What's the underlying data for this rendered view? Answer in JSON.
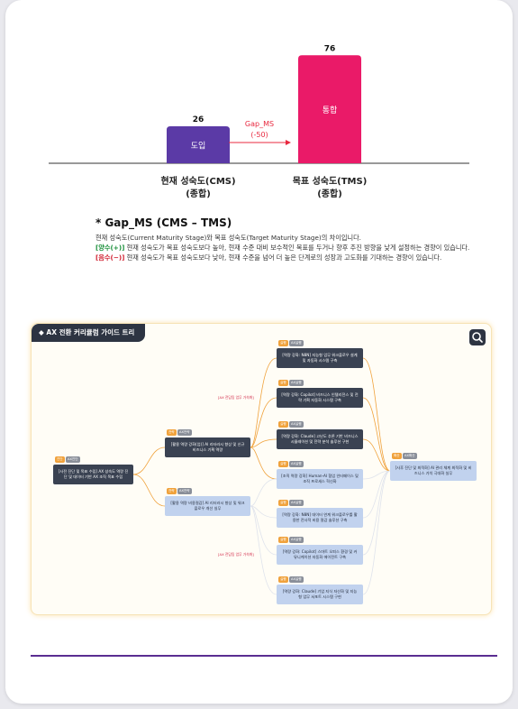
{
  "chart_data": {
    "type": "bar",
    "categories": [
      "현재 성숙도(CMS)\n(종합)",
      "목표 성숙도(TMS)\n(종합)"
    ],
    "values": [
      26,
      76
    ],
    "bar_labels": [
      "도입",
      "통합"
    ],
    "colors": [
      "#5b3aa6",
      "#ea1a68"
    ],
    "annotation": {
      "line1": "Gap_MS",
      "line2": "(-50)",
      "color": "#e8283f"
    },
    "title": "",
    "xlabel": "",
    "ylabel": "",
    "ylim": [
      0,
      80
    ]
  },
  "gap": {
    "title": "* Gap_MS (CMS – TMS)",
    "line1": "현재 성숙도(Current Maturity Stage)와 목표 성숙도(Target Maturity Stage)의 차이입니다.",
    "pos_tag": "[양수(+)]",
    "pos_text": " 현재 성숙도가 목표 성숙도보다 높아, 현재 수준 대비 보수적인 목표를 두거나 향후 추진 방향을 낮게 설정하는 경향이 있습니다.",
    "neg_tag": "[음수(−)]",
    "neg_text": " 현재 성숙도가 목표 성숙도보다 낮아, 현재 수준을 넘어 더 높은 단계로의 성장과 고도화를 기대하는 경향이 있습니다."
  },
  "tree": {
    "title": "AX 전환 커리큘럼 가이드 트리",
    "root": {
      "tag1": "진단",
      "tag2": "AX진단",
      "text": "[사전 진단 및 목표 수립] AX 성숙도 역량 진단 및 데이터 기반 AX 조직 목표 수립"
    },
    "mid": [
      {
        "tag1": "전략",
        "tag2": "AX전략",
        "text": "[활용 역량 강화(업)] AI 리터러시 향상 및 신규 비즈니스 기획 역량"
      },
      {
        "tag1": "전략",
        "tag2": "AX전략",
        "text": "[활용 역량 비용절감] AI 리터러시 향상 및 워크플로우 개선 실무"
      }
    ],
    "leaves": [
      {
        "tag1": "실행",
        "tag2": "AX실행",
        "text": "[역량 강화: N8N] 지능형 업무 워크플로우 설계 및 자동화 시스템 구축"
      },
      {
        "tag1": "실행",
        "tag2": "AX실행",
        "text": "[역량 강화: Copilot] 비즈니스 인텔리전스 및 전략 기획 자동화 시스템 구축"
      },
      {
        "tag1": "실행",
        "tag2": "AX실행",
        "text": "[역량 강화: Claude] 고난도 추론 기반 비즈니스 시뮬레이션 및 전략 분석 솔루션 구현"
      },
      {
        "tag1": "실행",
        "tag2": "AX실행",
        "text": "[조직 역량 강화] Human-AI 협업 인터페이스 및 조직 프로세스 혁신화"
      },
      {
        "tag1": "실행",
        "tag2": "AX실행",
        "text": "[역량 강화: N8N] 데이터 연계 워크플로우를 활용한 전사적 비용 절감 솔루션 구축"
      },
      {
        "tag1": "실행",
        "tag2": "AX실행",
        "text": "[역량 강화: Copilot] 스마트 오피스 환경 및 커뮤니케이션 자동화 에이전트 구축"
      },
      {
        "tag1": "실행",
        "tag2": "AX실행",
        "text": "[역량 강화: Claude] 기업 지식 자산화 및 지능형 업무 서포트 시스템 구현"
      }
    ],
    "final": {
      "tag1": "확산",
      "tag2": "AX확산",
      "text": "[사후 진단 및 최적화] AI 관리 체계 최적화 및 비즈니스 가치 극대화 실무"
    },
    "edge_labels": [
      "[AX 전담팀 업무 가속화]",
      "[AX 전담팀 업무 가속화]"
    ]
  }
}
